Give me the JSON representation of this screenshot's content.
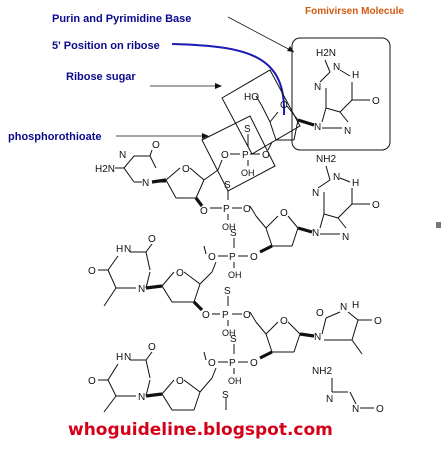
{
  "title": "Fomivirsen Molecule",
  "labels": {
    "base": "Purin and Pyrimidine Base",
    "position": "5' Position on ribose",
    "sugar": "Ribose sugar",
    "linkage": "phosphorothioate"
  },
  "watermark": "whoguideline.blogspot.com",
  "colors": {
    "title": "#d25a10",
    "labels": "#0a0a8c",
    "watermark": "#d4001a",
    "position_curve": "#1a1ab4"
  },
  "atoms": {
    "N": "N",
    "O": "O",
    "S": "S",
    "P": "P",
    "NH2": "NH2",
    "H2N": "H2N",
    "OH": "OH",
    "HO": "HO",
    "H": "H"
  }
}
